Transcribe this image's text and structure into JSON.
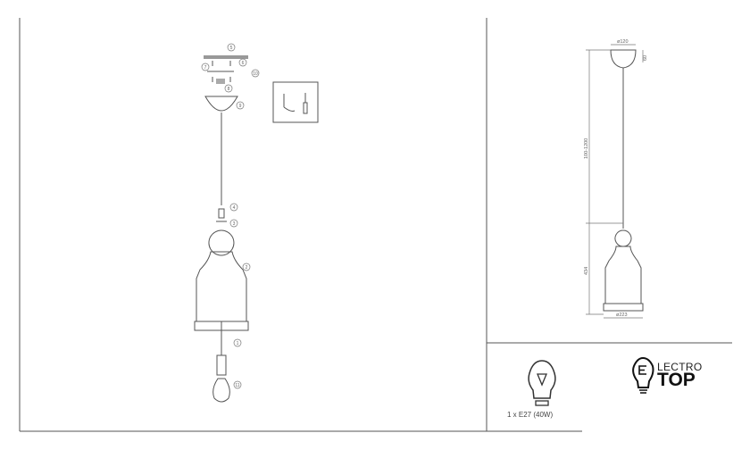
{
  "callouts": [
    "5",
    "6",
    "7",
    "10",
    "8",
    "9",
    "4",
    "3",
    "2",
    "1",
    "11"
  ],
  "dimensions": {
    "canopy_diameter": "ø120",
    "canopy_height": "60",
    "cable_length": "100-1200",
    "shade_height": "434",
    "shade_diameter": "ø223"
  },
  "bulb_spec": "1 x E27 (40W)",
  "brand": {
    "line1": "LECTRO",
    "line2": "TOP"
  }
}
